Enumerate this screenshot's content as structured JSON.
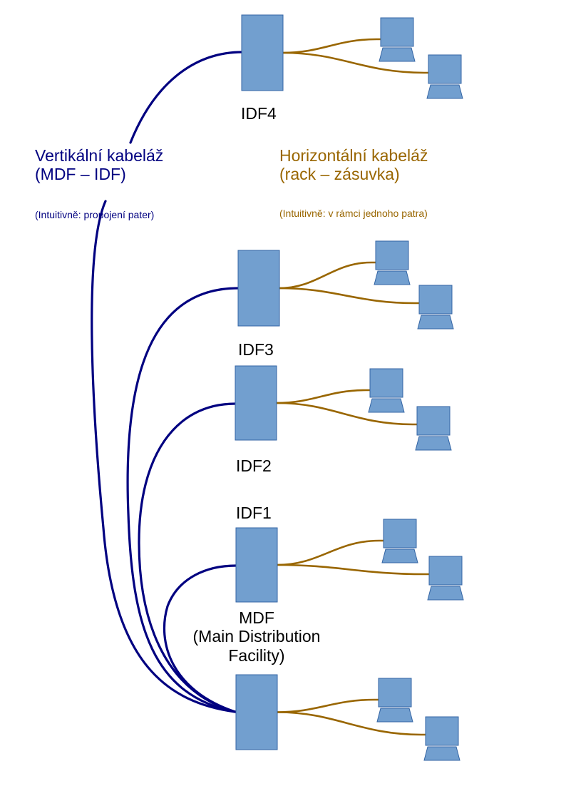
{
  "colors": {
    "vertical_cable": "#000080",
    "horizontal_cable": "#996600",
    "device_fill": "#729fcf",
    "device_stroke": "#3465a4"
  },
  "icons": {
    "rack": "rack-icon",
    "workstation": "computer-icon"
  },
  "labels": {
    "idf4": "IDF4",
    "idf3": "IDF3",
    "idf2": "IDF2",
    "idf1": "IDF1",
    "mdf_line1": "MDF",
    "mdf_line2": "(Main Distribution",
    "mdf_line3": "Facility)"
  },
  "vertical_legend": {
    "title_line1": "Vertikální kabeláž",
    "title_line2": "(MDF – IDF)",
    "note": "(Intuitivně: propojení pater)"
  },
  "horizontal_legend": {
    "title_line1": "Horizontální kabeláž",
    "title_line2": "(rack – zásuvka)",
    "note": "(Intuitivně: v rámci jednoho patra)"
  }
}
